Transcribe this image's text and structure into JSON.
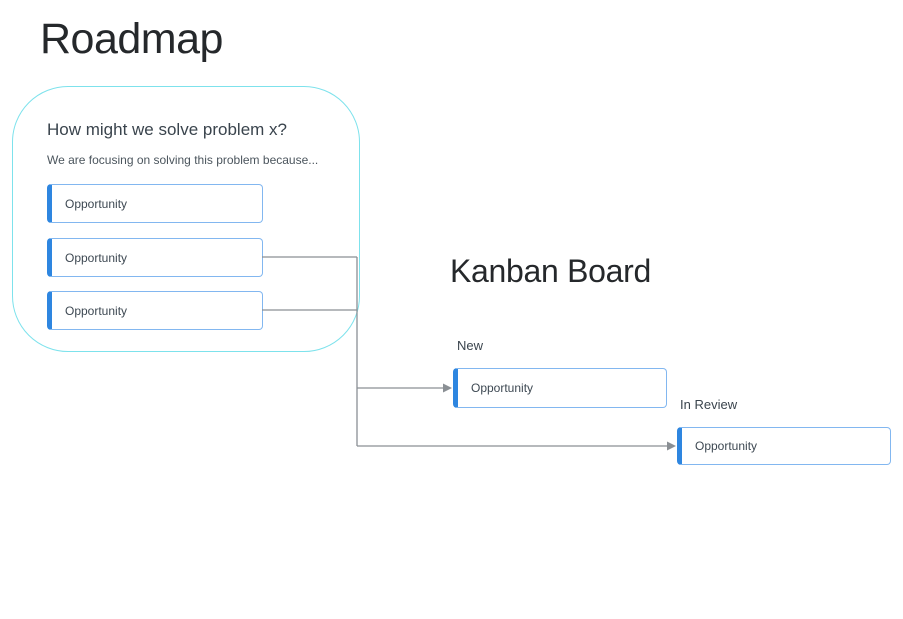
{
  "page": {
    "title": "Roadmap",
    "kanban_title": "Kanban Board"
  },
  "roadmap": {
    "question": "How might we solve problem x?",
    "subtitle": "We are focusing on solving this problem because...",
    "opportunities": [
      "Opportunity",
      "Opportunity",
      "Opportunity"
    ]
  },
  "kanban": {
    "columns": [
      {
        "label": "New",
        "card": "Opportunity"
      },
      {
        "label": "In Review",
        "card": "Opportunity"
      }
    ]
  },
  "connections": {
    "description": "Opportunity cards 2 and 3 merge into a trunk that branches with arrows into the New and In Review kanban cards",
    "sources": [
      "opportunity-card-2",
      "opportunity-card-3"
    ],
    "targets": [
      "kanban-card-new",
      "kanban-card-in-review"
    ]
  },
  "colors": {
    "container_border": "#7de2ec",
    "card_border": "#82b7f0",
    "card_accent": "#2e86e0",
    "connector": "#8a8f94",
    "title_text": "#25282b",
    "body_text": "#3d4852"
  }
}
